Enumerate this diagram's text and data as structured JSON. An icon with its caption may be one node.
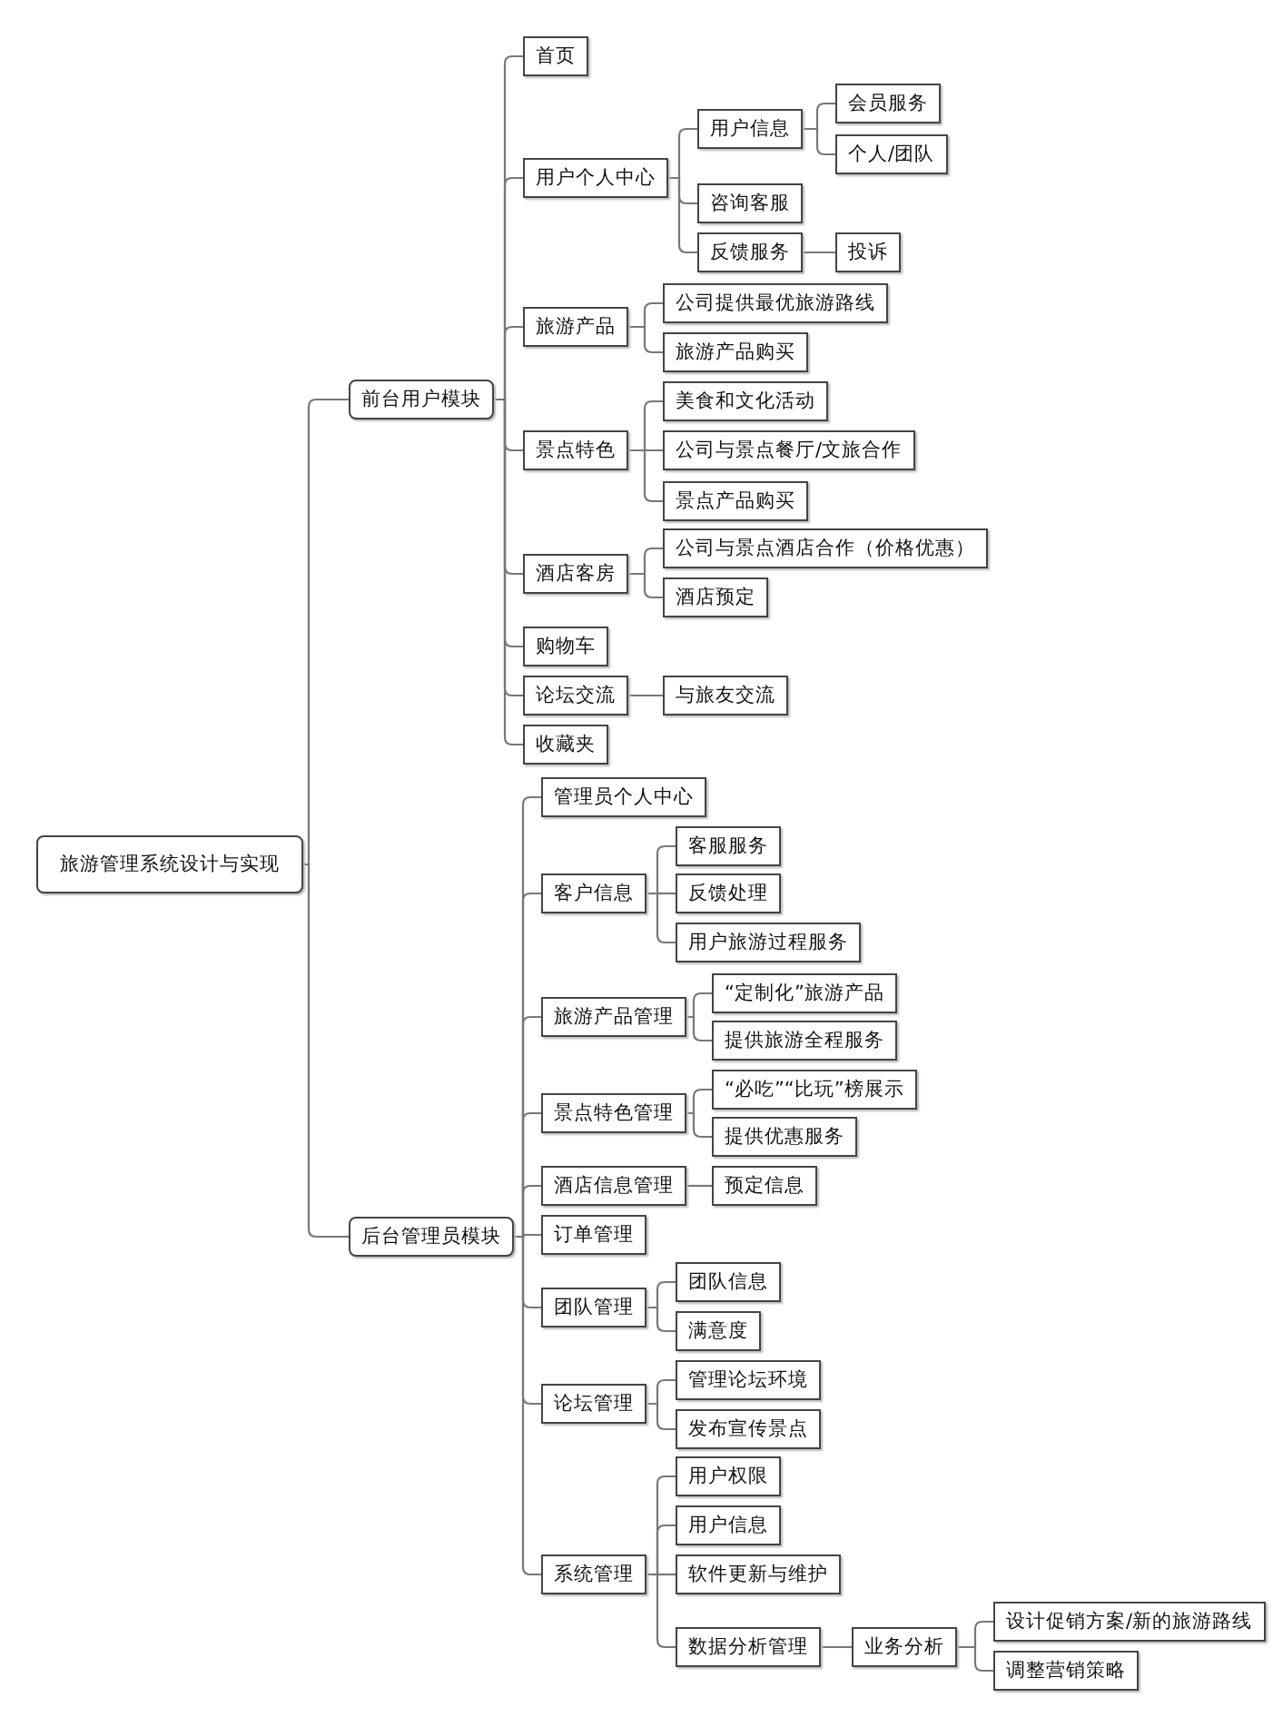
{
  "diagram": {
    "nodes": [
      {
        "text": [
          "旅游管理系统设计与实现"
        ]
      },
      {
        "text": [
          "前台用户模块"
        ]
      },
      {
        "text": [
          "首页"
        ]
      },
      {
        "text": [
          "用户个人中心"
        ]
      },
      {
        "text": [
          "用户信息"
        ]
      },
      {
        "text": [
          "会员服务"
        ]
      },
      {
        "text": [
          "个人/团队"
        ]
      },
      {
        "text": [
          "咨询客服"
        ]
      },
      {
        "text": [
          "反馈服务"
        ]
      },
      {
        "text": [
          "投诉"
        ]
      },
      {
        "text": [
          "旅游产品"
        ]
      },
      {
        "text": [
          "公司提供最优旅游路线"
        ]
      },
      {
        "text": [
          "旅游产品购买"
        ]
      },
      {
        "text": [
          "景点特色"
        ]
      },
      {
        "text": [
          "美食和文化活动"
        ]
      },
      {
        "text": [
          "公司与景点餐厅/文旅合作"
        ]
      },
      {
        "text": [
          "景点产品购买"
        ]
      },
      {
        "text": [
          "酒店客房"
        ]
      },
      {
        "text": [
          "公司与景点酒店合作（价格优惠）"
        ]
      },
      {
        "text": [
          "酒店预定"
        ]
      },
      {
        "text": [
          "购物车"
        ]
      },
      {
        "text": [
          "论坛交流"
        ]
      },
      {
        "text": [
          "与旅友交流"
        ]
      },
      {
        "text": [
          "收藏夹"
        ]
      },
      {
        "text": [
          "后台管理员模块"
        ]
      },
      {
        "text": [
          "管理员个人中心"
        ]
      },
      {
        "text": [
          "客户信息"
        ]
      },
      {
        "text": [
          "客服服务"
        ]
      },
      {
        "text": [
          "反馈处理"
        ]
      },
      {
        "text": [
          "用户旅游过程服务"
        ]
      },
      {
        "text": [
          "旅游产品管理"
        ]
      },
      {
        "text": [
          "“定制化”旅游产品"
        ]
      },
      {
        "text": [
          "提供旅游全程服务"
        ]
      },
      {
        "text": [
          "景点特色管理"
        ]
      },
      {
        "text": [
          "“必吃”“比玩”榜展示"
        ]
      },
      {
        "text": [
          "提供优惠服务"
        ]
      },
      {
        "text": [
          "酒店信息管理"
        ]
      },
      {
        "text": [
          "预定信息"
        ]
      },
      {
        "text": [
          "订单管理"
        ]
      },
      {
        "text": [
          "团队管理"
        ]
      },
      {
        "text": [
          "团队信息"
        ]
      },
      {
        "text": [
          "满意度"
        ]
      },
      {
        "text": [
          "论坛管理"
        ]
      },
      {
        "text": [
          "管理论坛环境"
        ]
      },
      {
        "text": [
          "发布宣传景点"
        ]
      },
      {
        "text": [
          "系统管理"
        ]
      },
      {
        "text": [
          "用户权限"
        ]
      },
      {
        "text": [
          "用户信息"
        ]
      },
      {
        "text": [
          "软件更新与维护"
        ]
      },
      {
        "text": [
          "数据分析管理"
        ]
      },
      {
        "text": [
          "业务分析"
        ]
      },
      {
        "text": [
          "设计促销方案/新的旅游路线"
        ]
      },
      {
        "text": [
          "调整营销策略"
        ]
      }
    ],
    "edges": [
      {
        "from": 0,
        "to": 1,
        "arrow": "none"
      },
      {
        "from": 1,
        "to": 2,
        "arrow": "none"
      },
      {
        "from": 1,
        "to": 3,
        "arrow": "none"
      },
      {
        "from": 3,
        "to": 4,
        "arrow": "none"
      },
      {
        "from": 4,
        "to": 5,
        "arrow": "none"
      },
      {
        "from": 4,
        "to": 6,
        "arrow": "none"
      },
      {
        "from": 3,
        "to": 7,
        "arrow": "none"
      },
      {
        "from": 3,
        "to": 8,
        "arrow": "none"
      },
      {
        "from": 8,
        "to": 9,
        "arrow": "none"
      },
      {
        "from": 1,
        "to": 10,
        "arrow": "none"
      },
      {
        "from": 10,
        "to": 11,
        "arrow": "none"
      },
      {
        "from": 10,
        "to": 12,
        "arrow": "none"
      },
      {
        "from": 1,
        "to": 13,
        "arrow": "none"
      },
      {
        "from": 13,
        "to": 14,
        "arrow": "none"
      },
      {
        "from": 13,
        "to": 15,
        "arrow": "none"
      },
      {
        "from": 13,
        "to": 16,
        "arrow": "none"
      },
      {
        "from": 1,
        "to": 17,
        "arrow": "none"
      },
      {
        "from": 17,
        "to": 18,
        "arrow": "none"
      },
      {
        "from": 17,
        "to": 19,
        "arrow": "none"
      },
      {
        "from": 1,
        "to": 20,
        "arrow": "none"
      },
      {
        "from": 1,
        "to": 21,
        "arrow": "none"
      },
      {
        "from": 21,
        "to": 22,
        "arrow": "none"
      },
      {
        "from": 1,
        "to": 23,
        "arrow": "none"
      },
      {
        "from": 0,
        "to": 24,
        "arrow": "none"
      },
      {
        "from": 24,
        "to": 25,
        "arrow": "none"
      },
      {
        "from": 24,
        "to": 26,
        "arrow": "none"
      },
      {
        "from": 26,
        "to": 27,
        "arrow": "none"
      },
      {
        "from": 26,
        "to": 28,
        "arrow": "none"
      },
      {
        "from": 26,
        "to": 29,
        "arrow": "none"
      },
      {
        "from": 24,
        "to": 30,
        "arrow": "none"
      },
      {
        "from": 30,
        "to": 31,
        "arrow": "none"
      },
      {
        "from": 30,
        "to": 32,
        "arrow": "none"
      },
      {
        "from": 24,
        "to": 33,
        "arrow": "none"
      },
      {
        "from": 33,
        "to": 34,
        "arrow": "none"
      },
      {
        "from": 33,
        "to": 35,
        "arrow": "none"
      },
      {
        "from": 24,
        "to": 36,
        "arrow": "none"
      },
      {
        "from": 36,
        "to": 37,
        "arrow": "none"
      },
      {
        "from": 24,
        "to": 38,
        "arrow": "none"
      },
      {
        "from": 24,
        "to": 39,
        "arrow": "none"
      },
      {
        "from": 39,
        "to": 40,
        "arrow": "none"
      },
      {
        "from": 39,
        "to": 41,
        "arrow": "none"
      },
      {
        "from": 24,
        "to": 42,
        "arrow": "none"
      },
      {
        "from": 42,
        "to": 43,
        "arrow": "none"
      },
      {
        "from": 42,
        "to": 44,
        "arrow": "none"
      },
      {
        "from": 24,
        "to": 45,
        "arrow": "none"
      },
      {
        "from": 45,
        "to": 46,
        "arrow": "none"
      },
      {
        "from": 45,
        "to": 47,
        "arrow": "none"
      },
      {
        "from": 45,
        "to": 48,
        "arrow": "none"
      },
      {
        "from": 45,
        "to": 49,
        "arrow": "none"
      },
      {
        "from": 49,
        "to": 50,
        "arrow": "none"
      },
      {
        "from": 50,
        "to": 51,
        "arrow": "none"
      },
      {
        "from": 50,
        "to": 52,
        "arrow": "none"
      }
    ]
  }
}
